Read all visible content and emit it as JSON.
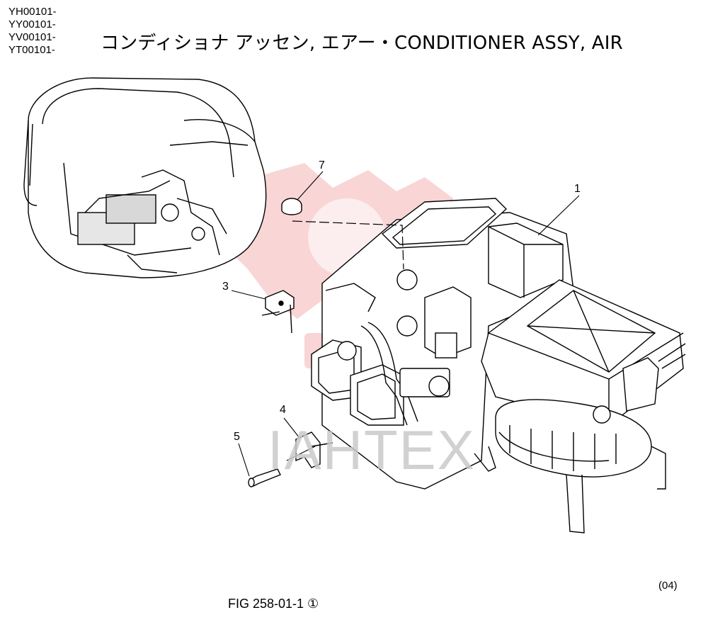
{
  "header": {
    "serials": [
      "YH00101-",
      "YY00101-",
      "YV00101-",
      "YT00101-"
    ],
    "title": "コンディショナ アッセン, エアー・CONDITIONER ASSY, AIR"
  },
  "callouts": [
    {
      "id": "c1",
      "label": "1"
    },
    {
      "id": "c3",
      "label": "3"
    },
    {
      "id": "c4",
      "label": "4"
    },
    {
      "id": "c5",
      "label": "5"
    },
    {
      "id": "c7",
      "label": "7"
    }
  ],
  "watermark": "IAHTEX",
  "footer": {
    "figure": "FIG 258-01-1 ①",
    "revision": "(04)"
  },
  "colors": {
    "line": "#000000",
    "watermark_logo": "#f2a3a3"
  }
}
